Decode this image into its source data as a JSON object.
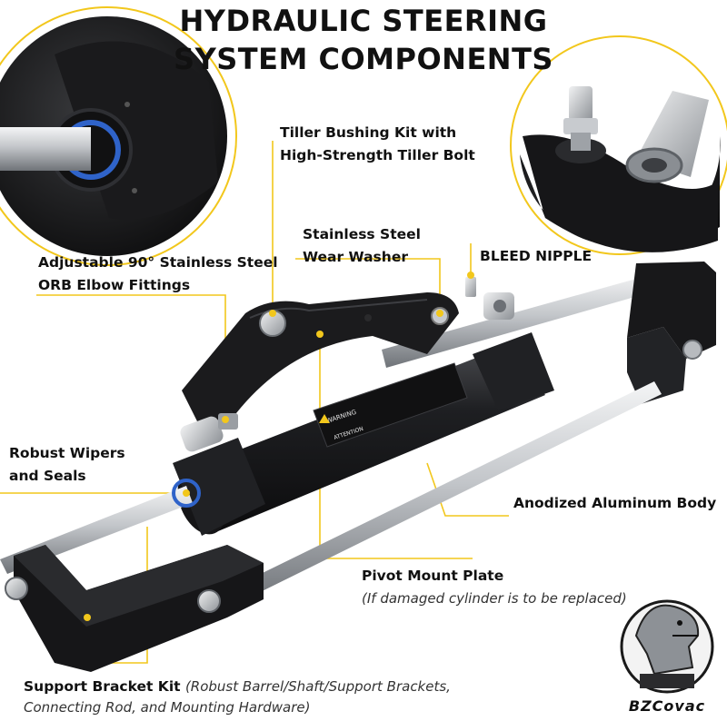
{
  "title": {
    "line1": "HYDRAULIC STEERING",
    "line2": "SYSTEM COMPONENTS"
  },
  "labels": {
    "tiller_bushing": {
      "line1": "Tiller Bushing Kit with",
      "line2": "High-Strength Tiller Bolt"
    },
    "wear_washer": {
      "line1": "Stainless Steel",
      "line2": "Wear Washer"
    },
    "bleed_nipple": "BLEED NIPPLE",
    "elbow_fittings": {
      "line1": "Adjustable 90° Stainless Steel",
      "line2": "ORB Elbow Fittings"
    },
    "wipers_seals": {
      "line1": "Robust Wipers",
      "line2": "and Seals"
    },
    "aluminum_body": "Anodized Aluminum Body",
    "pivot_plate": {
      "title": "Pivot Mount Plate",
      "note": "(If damaged cylinder is to be replaced)"
    },
    "support_bracket": {
      "title": "Support Bracket Kit",
      "note1": "(Robust Barrel/Shaft/Support Brackets,",
      "note2": "Connecting Rod, and Mounting Hardware)"
    }
  },
  "cylinder": {
    "warning_heading": "WARNING",
    "attention_heading": "ATTENTION"
  },
  "brand": {
    "name": "BZCovac"
  },
  "colors": {
    "accent": "#f2c71c",
    "text": "#111111",
    "body": "#1c1c1e",
    "steel": "#b9bcc0",
    "seal": "#2f63c9"
  }
}
